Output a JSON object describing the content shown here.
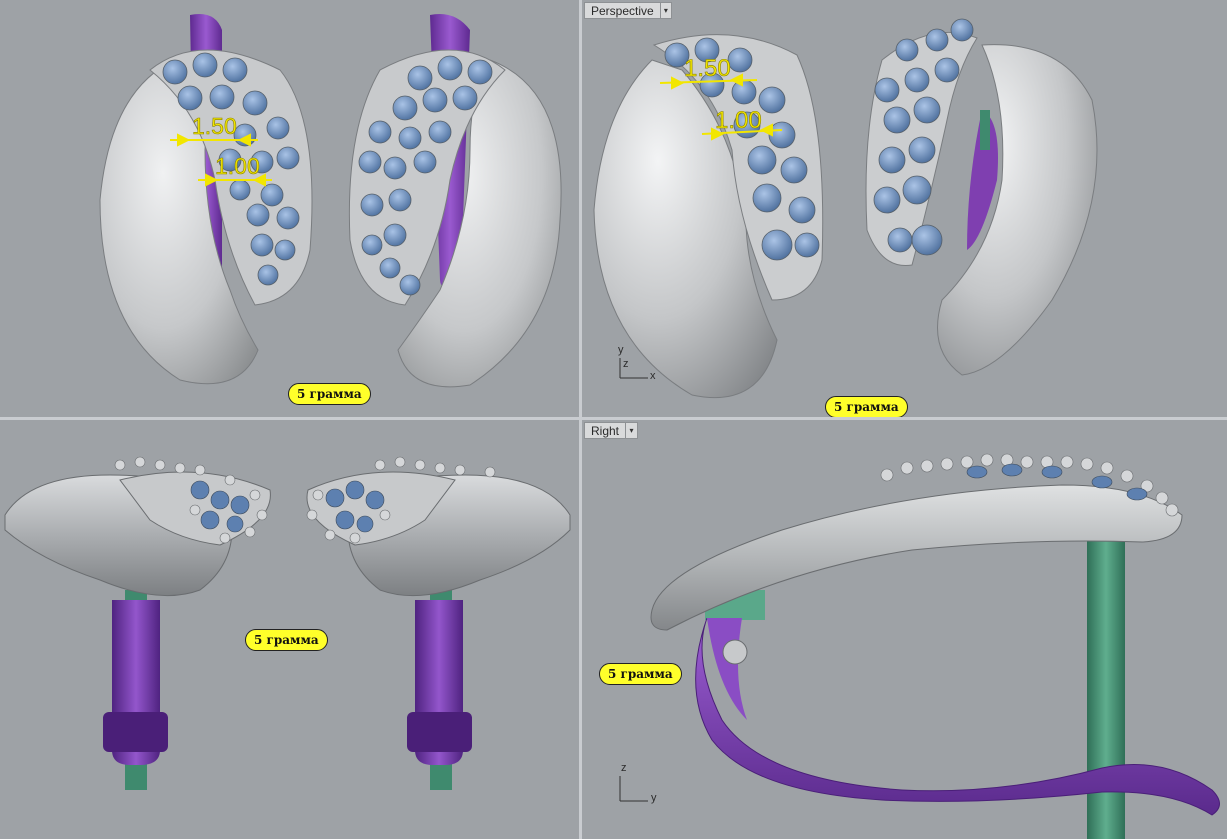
{
  "viewports": {
    "top_left": {
      "weight_label": "5 грамма",
      "dim_1": "1.50",
      "dim_2": "1.00"
    },
    "top_right": {
      "name": "Perspective",
      "weight_label": "5 грамма",
      "dim_1": "1.50",
      "dim_2": "1.00",
      "axis_y": "y",
      "axis_z": "z",
      "axis_x": "x"
    },
    "bottom_left": {
      "weight_label": "5 грамма"
    },
    "bottom_right": {
      "name": "Right",
      "weight_label": "5 грамма",
      "axis_z": "z",
      "axis_y": "y"
    }
  },
  "icons": {
    "dropdown": "chevron-down-icon"
  },
  "colors": {
    "metal": "#cfd1d3",
    "stone": "#6f93c2",
    "clasp": "#7f3fb0",
    "pin": "#3f8a6e",
    "label_bg": "#ffff2a",
    "dimension": "#f2e600",
    "viewport_bg": "#9ea2a6"
  }
}
